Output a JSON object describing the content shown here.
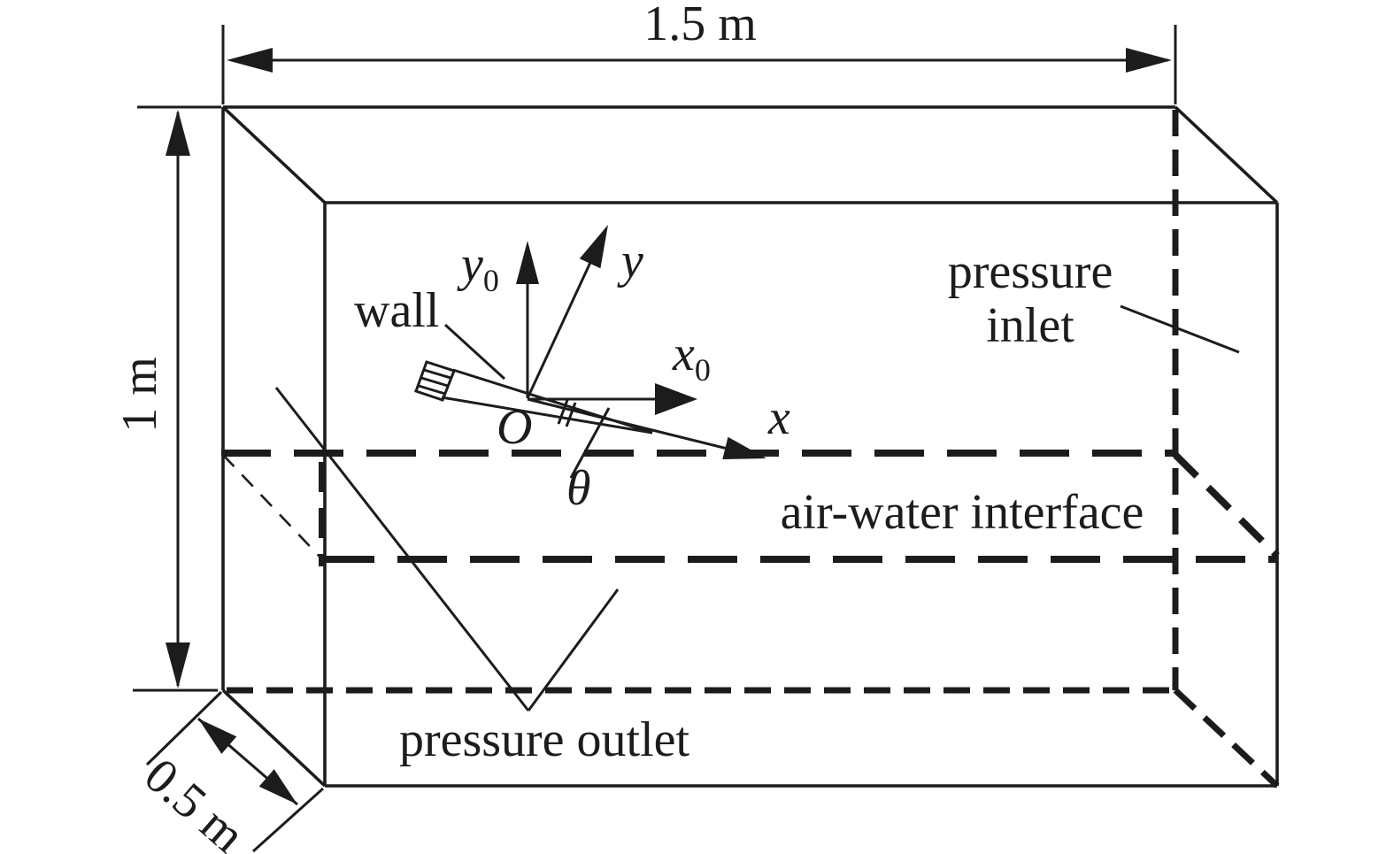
{
  "figure": {
    "kind": "computational-domain-schematic",
    "colors": {
      "ink": "#1c1c1c",
      "background": "#ffffff"
    },
    "dimensions": {
      "width": "1.5 m",
      "height": "1 m",
      "depth": "0.5 m"
    },
    "boundaries": {
      "wall": "wall",
      "inlet_line1": "pressure",
      "inlet_line2": "inlet",
      "outlet": "pressure outlet",
      "interface": "air-water interface"
    },
    "axes": {
      "y0_main": "y",
      "y0_sub": "0",
      "y_body": "y",
      "x0_main": "x",
      "x0_sub": "0",
      "x_body": "x",
      "origin": "O",
      "pitch_angle": "θ"
    }
  }
}
